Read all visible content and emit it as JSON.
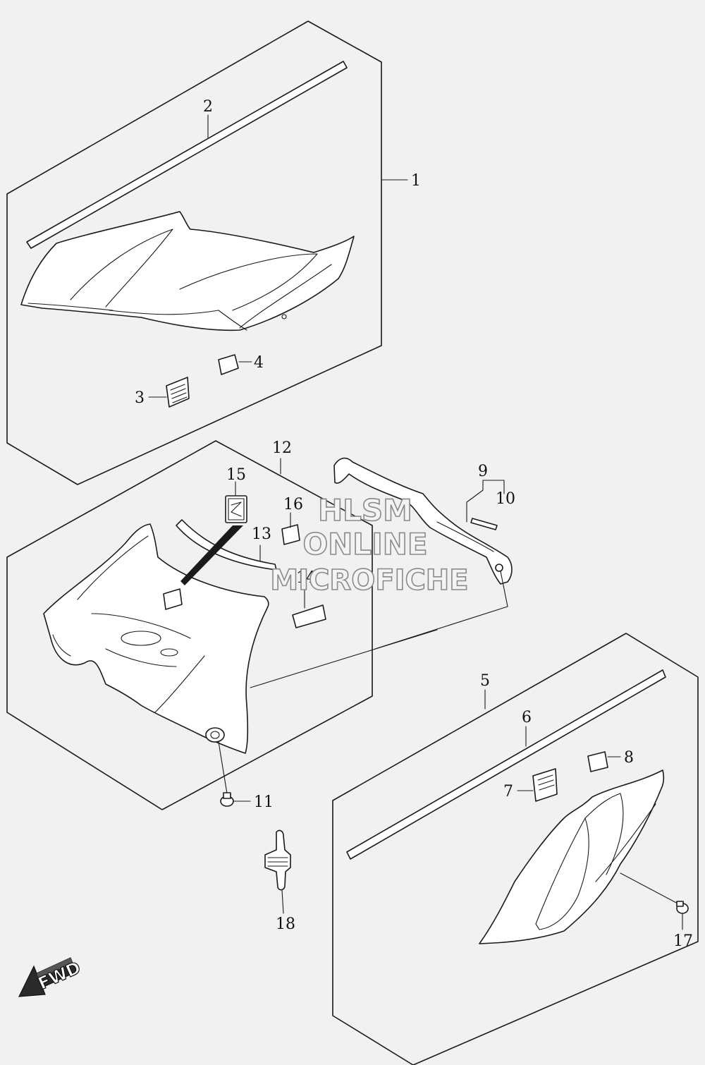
{
  "labels": {
    "p1": "1",
    "p2": "2",
    "p3": "3",
    "p4": "4",
    "p5": "5",
    "p6": "6",
    "p7": "7",
    "p8": "8",
    "p9": "9",
    "p10": "10",
    "p11": "11",
    "p12": "12",
    "p13": "13",
    "p14": "14",
    "p15": "15",
    "p16": "16",
    "p17": "17",
    "p18": "18"
  },
  "watermark": {
    "line1": "HLSM",
    "line2": "ONLINE",
    "line3": "MICROFICHE"
  },
  "fwd_label": "FWD",
  "colors": {
    "background": "#f1f1f1",
    "line": "#1a1a1a",
    "watermark_stroke": "#8a8a8a"
  }
}
